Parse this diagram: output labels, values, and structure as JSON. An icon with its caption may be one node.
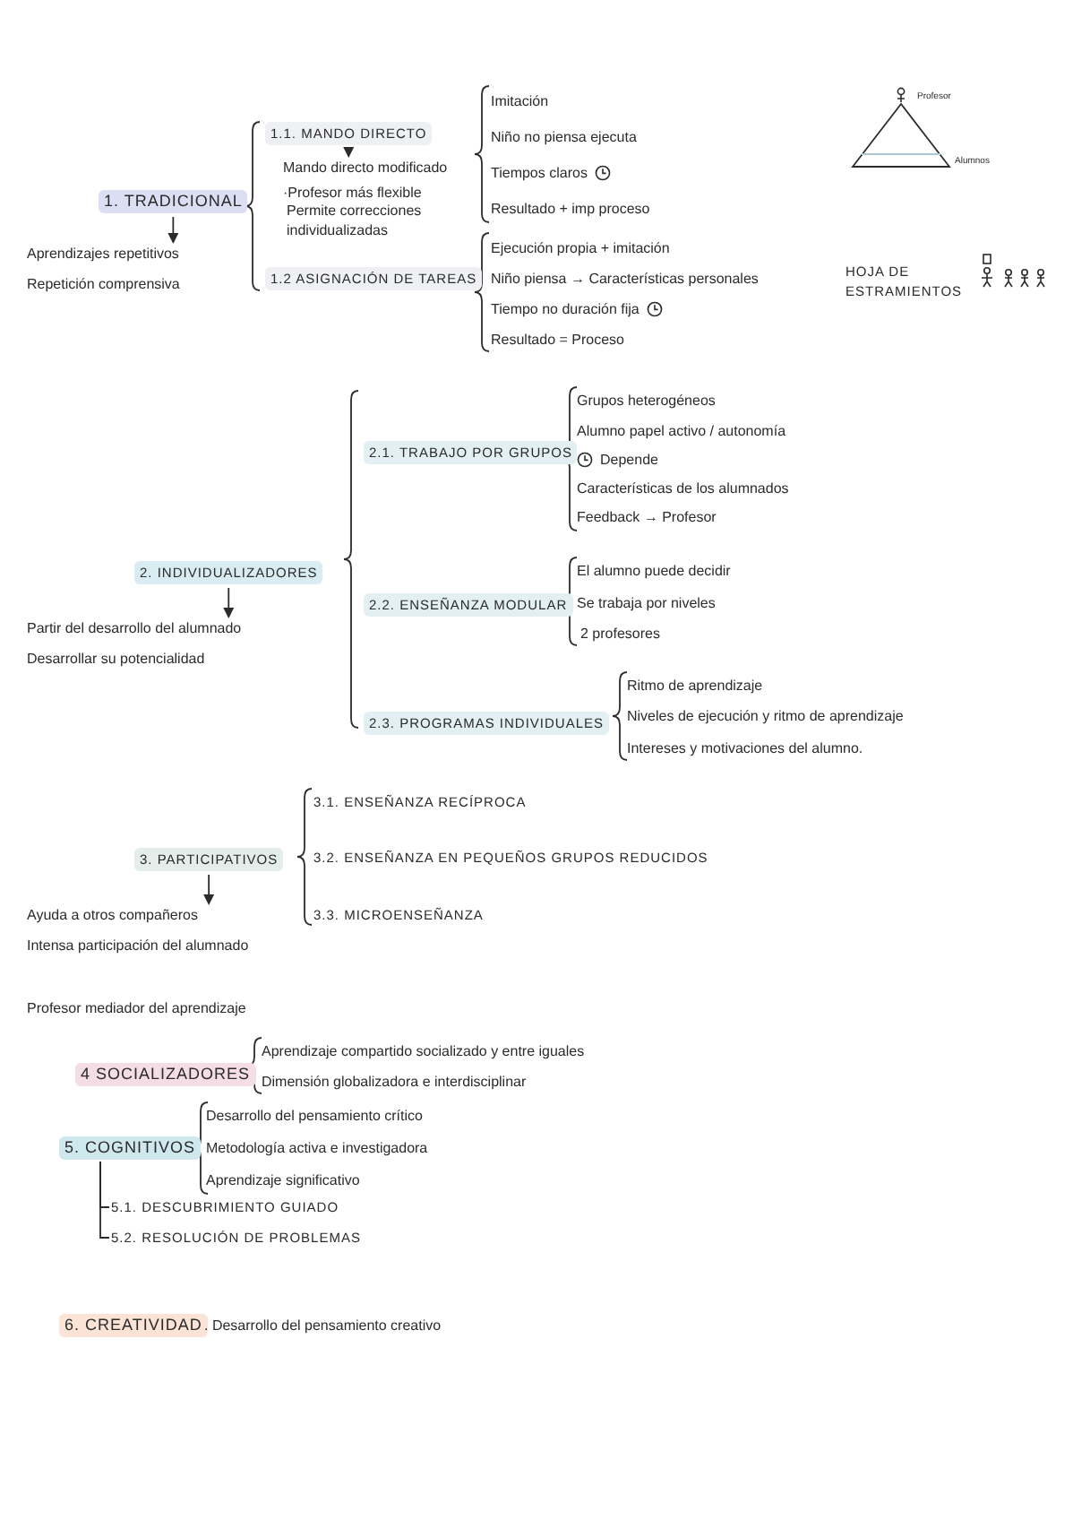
{
  "diagram": {
    "nodes": [
      {
        "text": [
          "1. TRADICIONAL"
        ]
      },
      {
        "text": [
          "Aprendizajes repetitivos"
        ]
      },
      {
        "text": [
          "1.1. MANDO DIRECTO"
        ]
      },
      {
        "text": [
          "Mando directo modificado"
        ]
      },
      {
        "text": [
          "1.2 ASIGNACIÓN DE TAREAS"
        ]
      },
      {
        "text": [
          "2. INDIVIDUALIZADORES"
        ]
      },
      {
        "text": [
          "Partir del desarrollo del alumnado"
        ]
      },
      {
        "text": [
          "2.1. TRABAJO POR GRUPOS"
        ]
      },
      {
        "text": [
          "2.2. ENSEÑANZA MODULAR"
        ]
      },
      {
        "text": [
          "2.3. PROGRAMAS INDIVIDUALES"
        ]
      },
      {
        "text": [
          "3. PARTICIPATIVOS"
        ]
      },
      {
        "text": [
          "Ayuda a otros compañeros"
        ]
      },
      {
        "text": [
          "4 SOCIALIZADORES"
        ]
      },
      {
        "text": [
          "5. COGNITIVOS"
        ]
      },
      {
        "text": [
          "5.1. DESCUBRIMIENTO GUIADO"
        ]
      },
      {
        "text": [
          "5.2. RESOLUCIÓN DE PROBLEMAS"
        ]
      },
      {
        "text": [
          "6. CREATIVIDAD"
        ],
        "beside": [
          ". Desarrollo del pensamiento creativo"
        ]
      }
    ],
    "edges": [
      {
        "from": 0,
        "to": 1,
        "arrow": "to"
      },
      {
        "from": 2,
        "to": 3,
        "arrow": "to"
      },
      {
        "from": 5,
        "to": 6,
        "arrow": "to"
      },
      {
        "from": 10,
        "to": 11,
        "arrow": "to"
      },
      {
        "from": 13,
        "to": 14,
        "arrow": "none"
      },
      {
        "from": 13,
        "to": 15,
        "arrow": "none"
      }
    ],
    "labels": [
      "Imitación",
      "Niño no piensa ejecuta",
      "Tiempos claros",
      "Resultado + imp proceso",
      "Profesor",
      "Alumnos",
      "·Profesor más flexible",
      "Permite correcciones individualizadas",
      "Repetición comprensiva",
      "Ejecución propia + imitación",
      "Niño piensa → Características personales",
      "Tiempo no duración fija",
      "Resultado = Proceso",
      "HOJA DE ESTRAMIENTOS",
      "Grupos heterogéneos",
      "Alumno papel activo / autonomía",
      "Depende",
      "Características de los alumnados",
      "Feedback → Profesor",
      "Desarrollar su potencialidad",
      "El alumno puede decidir",
      "Se trabaja por niveles",
      "2 profesores",
      "Ritmo de aprendizaje",
      "Niveles de ejecución y ritmo de aprendizaje",
      "Intereses y motivaciones del alumno.",
      "3.1. ENSEÑANZA RECÍPROCA",
      "3.2. ENSEÑANZA EN PEQUEÑOS GRUPOS REDUCIDOS",
      "3.3. MICROENSEÑANZA",
      "Intensa participación del alumnado",
      "Profesor mediador del aprendizaje",
      "Aprendizaje compartido socializado y entre iguales",
      "Dimensión globalizadora e interdisciplinar",
      "Desarrollo del pensamiento crítico",
      "Metodología activa e investigadora",
      "Aprendizaje significativo"
    ]
  }
}
